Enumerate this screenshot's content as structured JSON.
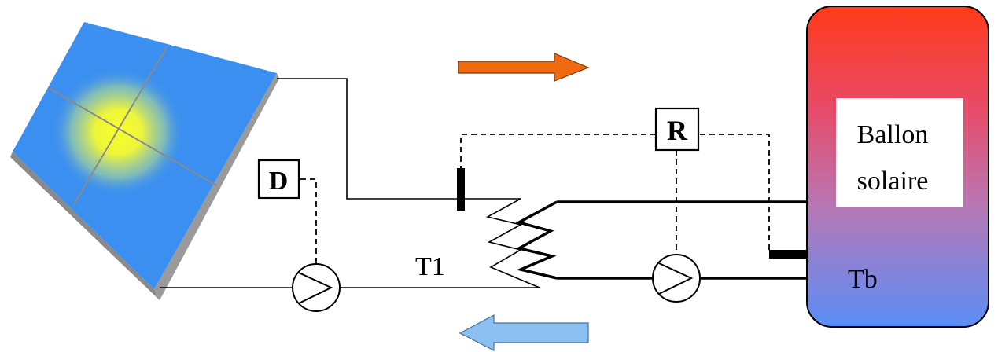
{
  "labels": {
    "controller": "R",
    "sensor_d": "D",
    "t1": "T1",
    "tank_line1": "Ballon",
    "tank_line2": "solaire",
    "tb": "Tb"
  },
  "colors": {
    "panel": "#3b8ff0",
    "panel_side": "#9a9a9a",
    "sun_core": "#f4ff2a",
    "tank_top": "#ff3a1a",
    "tank_mid": "#e4557a",
    "tank_bottom": "#5a8ef7",
    "arrow_hot": "#f06a12",
    "arrow_cold": "#8cc0f2",
    "line": "#000000"
  },
  "icons": [
    "solar-panel-icon",
    "pump-icon",
    "heat-exchanger-icon",
    "temperature-sensor-icon",
    "flow-arrow-icon"
  ]
}
